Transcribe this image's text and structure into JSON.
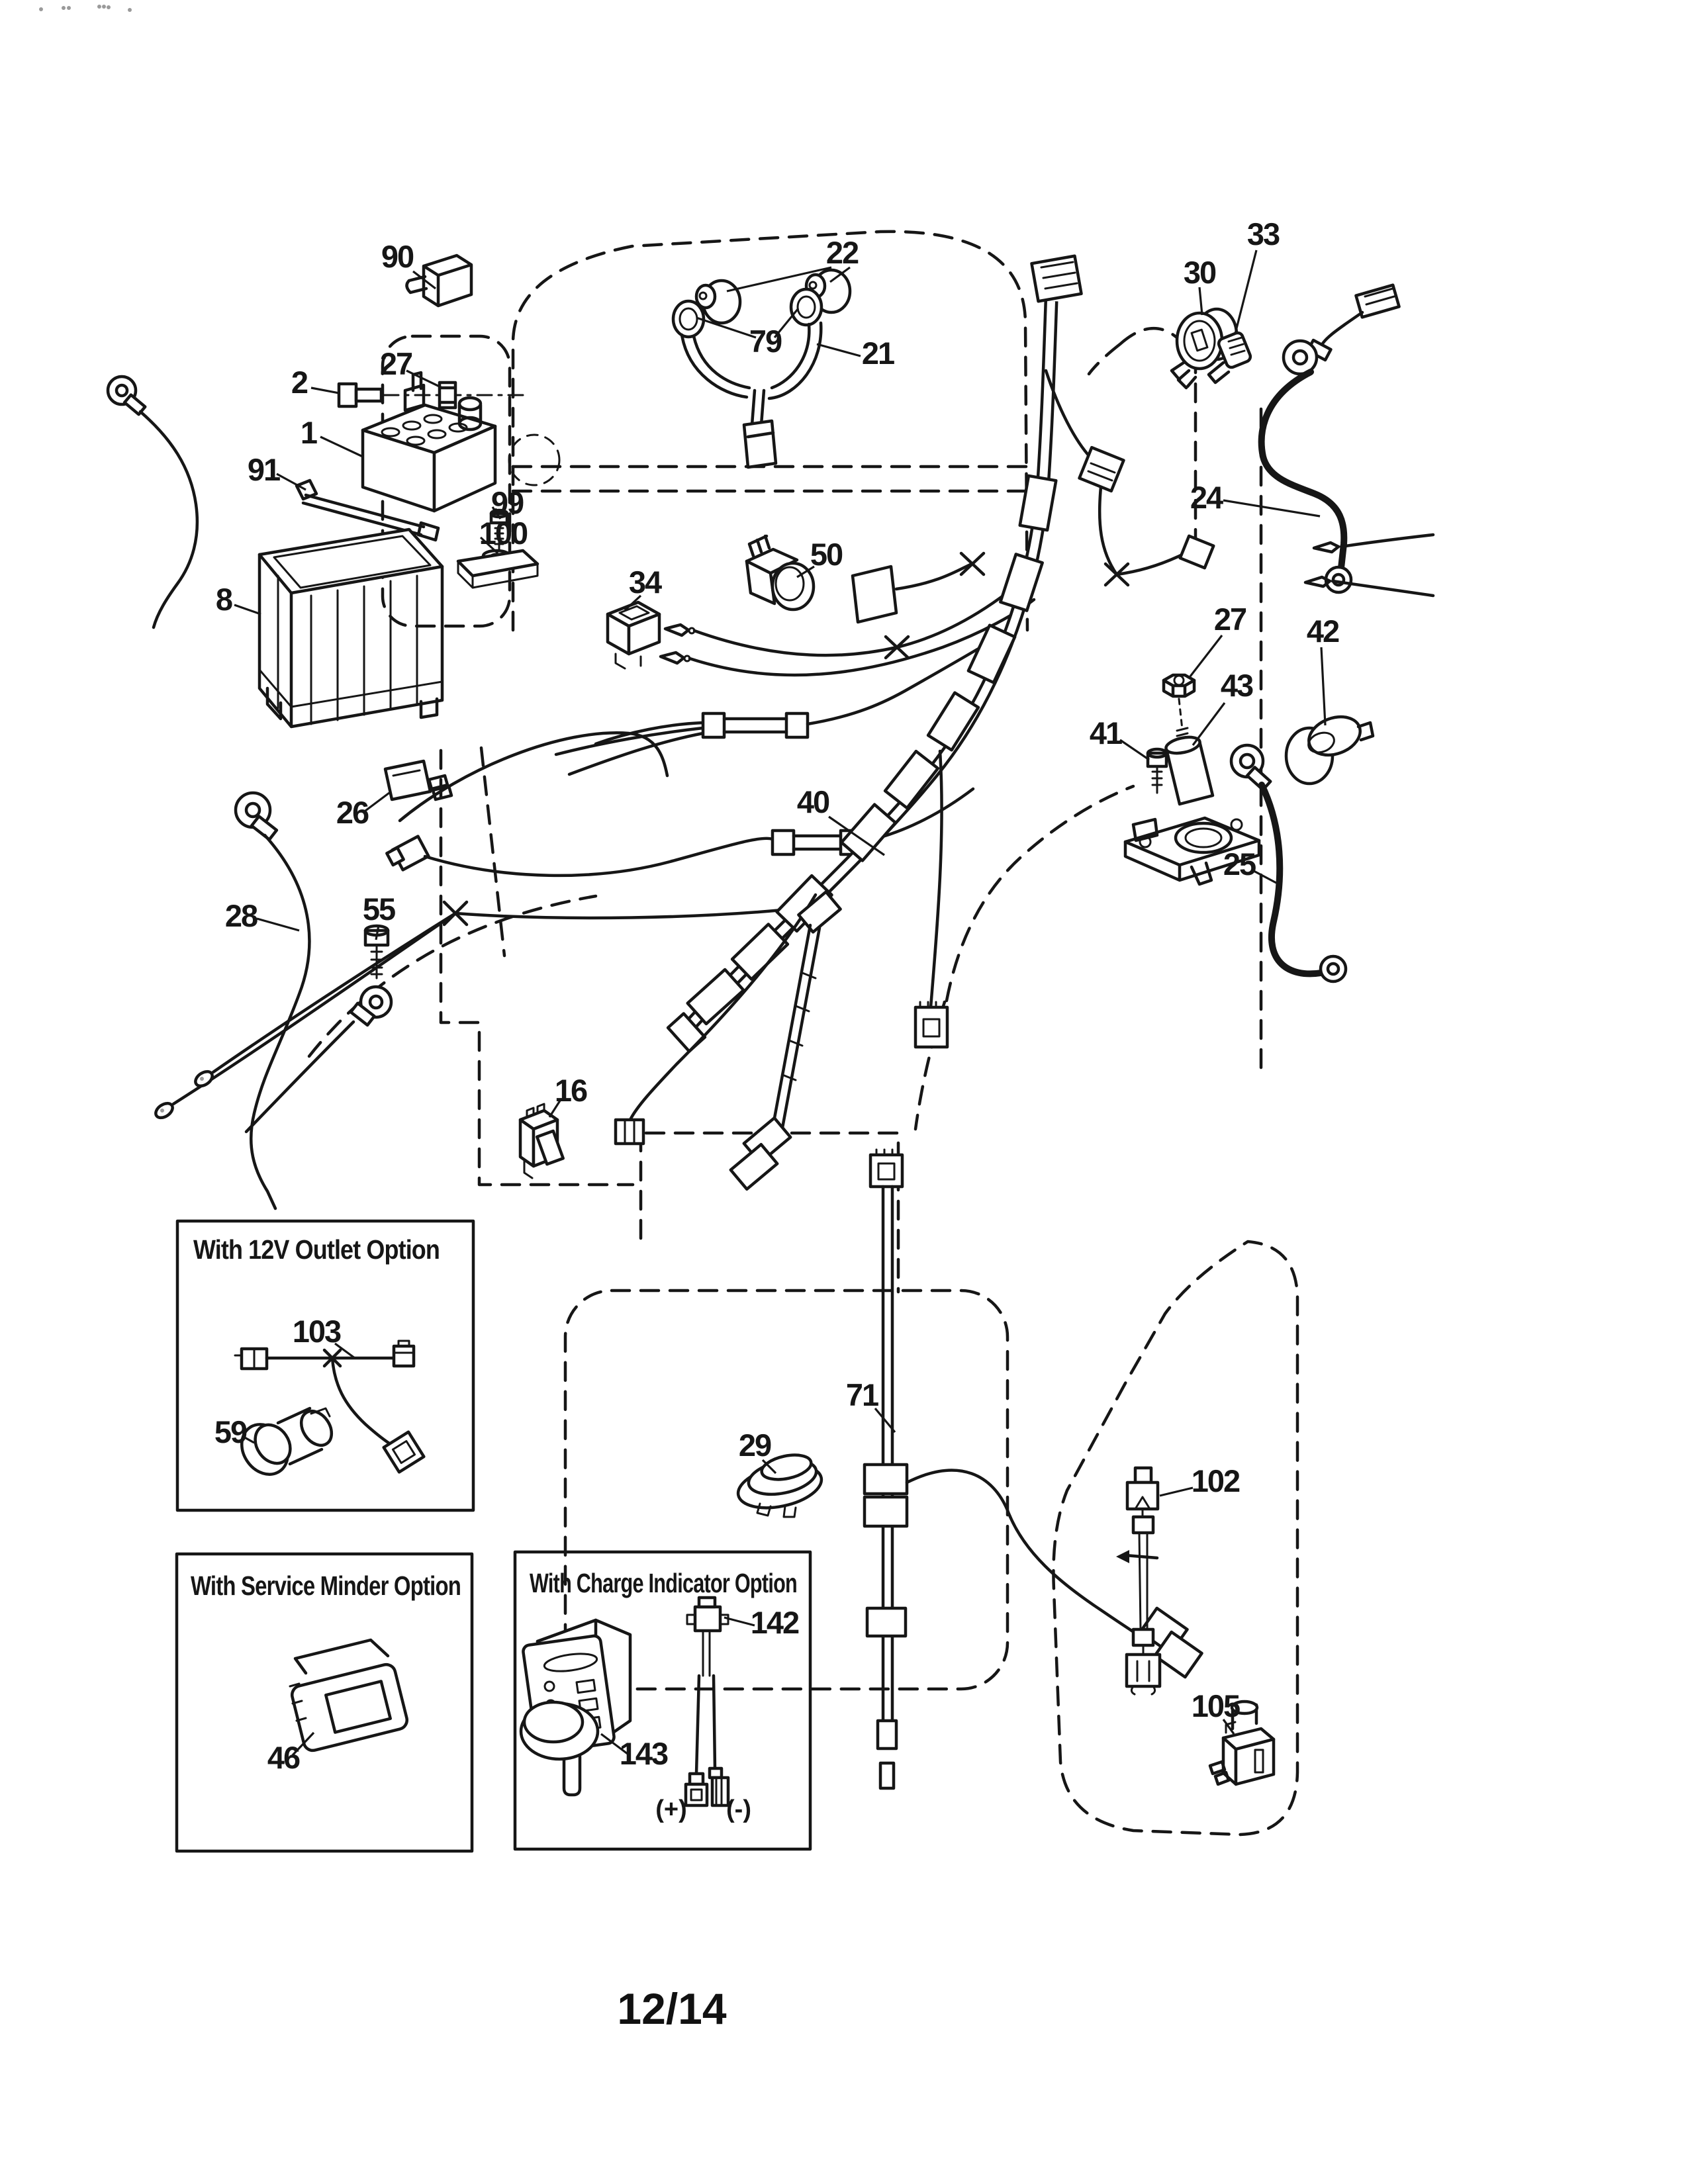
{
  "page": {
    "sheet_label": "12/14"
  },
  "callouts": {
    "c90": "90",
    "c2": "2",
    "c27a": "27",
    "c1": "1",
    "c91": "91",
    "c99": "99",
    "c100": "100",
    "c8": "8",
    "c22": "22",
    "c79": "79",
    "c21": "21",
    "c30": "30",
    "c33": "33",
    "c24": "24",
    "c34": "34",
    "c50": "50",
    "c26": "26",
    "c28": "28",
    "c55": "55",
    "c40": "40",
    "c27b": "27",
    "c41": "41",
    "c43": "43",
    "c42": "42",
    "c25": "25",
    "c16": "16",
    "c29": "29",
    "c71": "71",
    "c102": "102",
    "c105": "105",
    "c103": "103",
    "c59": "59",
    "c46": "46",
    "c142": "142",
    "c143": "143",
    "plus": "(+)",
    "minus": "(-)"
  },
  "option_boxes": {
    "twelve_v_outlet": {
      "title": "With 12V Outlet Option"
    },
    "service_minder": {
      "title": "With Service Minder Option"
    },
    "charge_indicator": {
      "title": "With Charge Indicator Option"
    }
  }
}
